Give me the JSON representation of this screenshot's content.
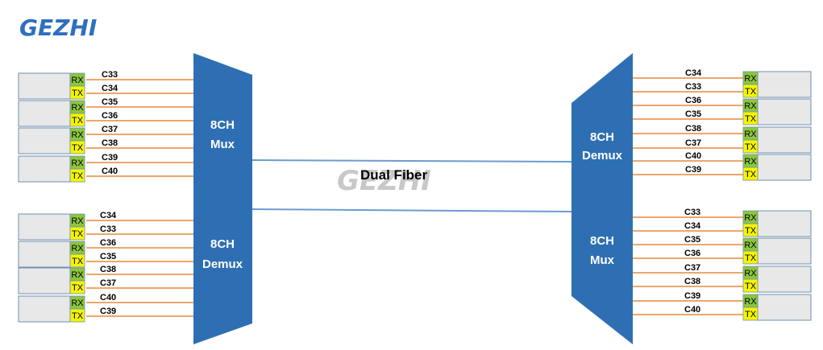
{
  "logo": {
    "text": "GEZHI",
    "color": "#2f6fbf"
  },
  "watermark": {
    "text": "GEZHI",
    "color": "#c8c8c8"
  },
  "fiber_label": "Dual Fiber",
  "colors": {
    "block": "#2e6fb4",
    "channel_line": "#e58a3a",
    "fiber_line": "#6c9bd0",
    "rx_fill": "#8cc63f",
    "tx_fill": "#f5f500",
    "transceiver_fill": "#e8e8e8",
    "transceiver_border": "#6f8fb0"
  },
  "port_labels": {
    "rx": "RX",
    "tx": "TX"
  },
  "blocks": {
    "left_top": {
      "line1": "8CH",
      "line2": "Mux"
    },
    "left_bottom": {
      "line1": "8CH",
      "line2": "Demux"
    },
    "right_top": {
      "line1": "8CH",
      "line2": "Demux"
    },
    "right_bottom": {
      "line1": "8CH",
      "line2": "Mux"
    }
  },
  "channels": {
    "left_top": [
      "C33",
      "C34",
      "C35",
      "C36",
      "C37",
      "C38",
      "C39",
      "C40"
    ],
    "left_bottom": [
      "C34",
      "C33",
      "C36",
      "C35",
      "C38",
      "C37",
      "C40",
      "C39"
    ],
    "right_top": [
      "C34",
      "C33",
      "C36",
      "C35",
      "C38",
      "C37",
      "C40",
      "C39"
    ],
    "right_bottom": [
      "C33",
      "C34",
      "C35",
      "C36",
      "C37",
      "C38",
      "C39",
      "C40"
    ]
  }
}
